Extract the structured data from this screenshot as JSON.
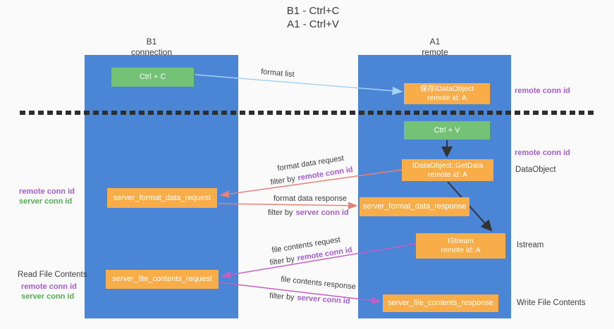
{
  "title": {
    "line1": "B1 - Ctrl+C",
    "line2": "A1 - Ctrl+V"
  },
  "lanes": {
    "left": {
      "name": "B1",
      "role": "connection"
    },
    "right": {
      "name": "A1",
      "role": "remote"
    }
  },
  "nodes": {
    "ctrl_c": {
      "label": "Ctrl + C"
    },
    "save_idataobject": {
      "line1": "保存IDataObject",
      "line2": "remote id: A"
    },
    "ctrl_v": {
      "label": "Ctrl + V"
    },
    "getdata": {
      "line1": "IDataObject::GetData",
      "line2": "remote id: A"
    },
    "format_request": {
      "label": "server_format_data_request"
    },
    "format_response": {
      "label": "server_format_data_response"
    },
    "istream": {
      "line1": "IStream",
      "line2": "remote id: A"
    },
    "file_request": {
      "label": "server_file_contents_request"
    },
    "file_response": {
      "label": "server_file_contents_response"
    }
  },
  "side_labels": {
    "remote_conn_id_top": "remote conn id",
    "remote_conn_id_mid": "remote conn id",
    "dataobject": "DataObject",
    "istream": "Istream",
    "write_file_contents": "Write File Contents",
    "read_file_contents": "Read File Contents",
    "left1_remote": "remote conn id",
    "left1_server": "server conn id",
    "left2_remote": "remote conn id",
    "left2_server": "server conn id"
  },
  "arrow_labels": {
    "format_list": "format list",
    "format_data_request": "format data request",
    "format_data_request_filter": {
      "prefix": "filter by",
      "value": "remote conn id"
    },
    "format_data_response": "format data response",
    "format_data_response_filter": {
      "prefix": "filter by",
      "value": "server conn id"
    },
    "file_contents_request": "file contents request",
    "file_contents_request_filter": {
      "prefix": "filter by",
      "value": "remote conn id"
    },
    "file_contents_response": "file contents response",
    "file_contents_response_filter": {
      "prefix": "filter by",
      "value": "server conn id"
    }
  },
  "colors": {
    "lane_blue": "#4a85d6",
    "node_green": "#74c276",
    "node_orange": "#f9ad49",
    "arrow_salmon": "#e8807a",
    "arrow_magenta": "#c45fc4",
    "arrow_lightblue": "#a8d2f2",
    "arrow_black": "#333333",
    "text_purple": "#a85ad2",
    "text_green": "#53ae53",
    "text_dark": "#3d3d3d"
  }
}
